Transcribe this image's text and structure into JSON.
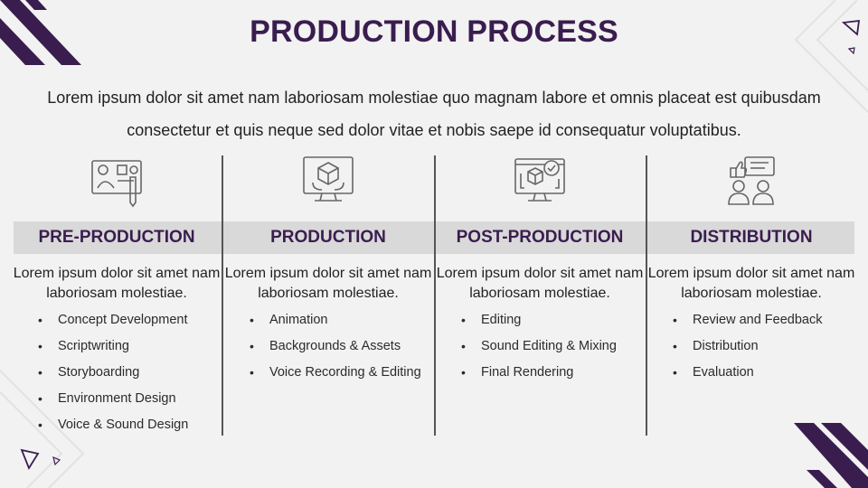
{
  "title": "PRODUCTION PROCESS",
  "intro": "Lorem ipsum dolor sit amet nam laboriosam molestiae quo magnam labore et omnis placeat est quibusdam consectetur et quis neque sed dolor vitae et nobis saepe id consequatur voluptatibus.",
  "colors": {
    "accent": "#3a1d4f",
    "band": "#d9d9d9",
    "background": "#f2f2f2"
  },
  "columns": [
    {
      "icon": "design-tools-icon",
      "heading": "PRE-PRODUCTION",
      "description": "Lorem ipsum dolor sit amet nam laboriosam molestiae.",
      "items": [
        "Concept Development",
        "Scriptwriting",
        "Storyboarding",
        "Environment Design",
        "Voice & Sound Design"
      ]
    },
    {
      "icon": "3d-cube-monitor-icon",
      "heading": "PRODUCTION",
      "description": "Lorem ipsum dolor sit amet nam laboriosam molestiae.",
      "items": [
        "Animation",
        "Backgrounds & Assets",
        "Voice Recording & Editing"
      ]
    },
    {
      "icon": "render-check-monitor-icon",
      "heading": "POST-PRODUCTION",
      "description": "Lorem ipsum dolor sit amet nam laboriosam molestiae.",
      "items": [
        "Editing",
        "Sound Editing & Mixing",
        "Final Rendering"
      ]
    },
    {
      "icon": "feedback-users-icon",
      "heading": "DISTRIBUTION",
      "description": "Lorem ipsum dolor sit amet nam laboriosam molestiae.",
      "items": [
        "Review and Feedback",
        "Distribution",
        "Evaluation"
      ]
    }
  ]
}
